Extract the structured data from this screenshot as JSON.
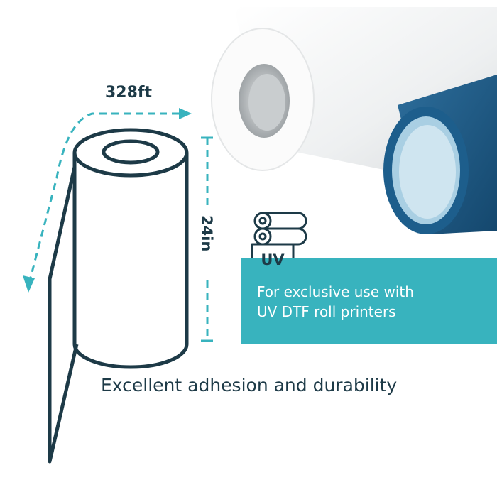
{
  "dimensions": {
    "width_label": "328ft",
    "height_label": "24in"
  },
  "uv_icon": {
    "label": "UV"
  },
  "banner": {
    "line1": "For exclusive use with",
    "line2": "UV DTF roll printers"
  },
  "tagline": "Excellent adhesion and durability",
  "colors": {
    "teal": "#38b3be",
    "navy_outline": "#1d3a47",
    "blue_roll": "#1f5a86",
    "white_roll": "#f4f6f7"
  },
  "icons": [
    "roll-diagram-icon",
    "uv-rolls-icon",
    "arrow-icon"
  ]
}
